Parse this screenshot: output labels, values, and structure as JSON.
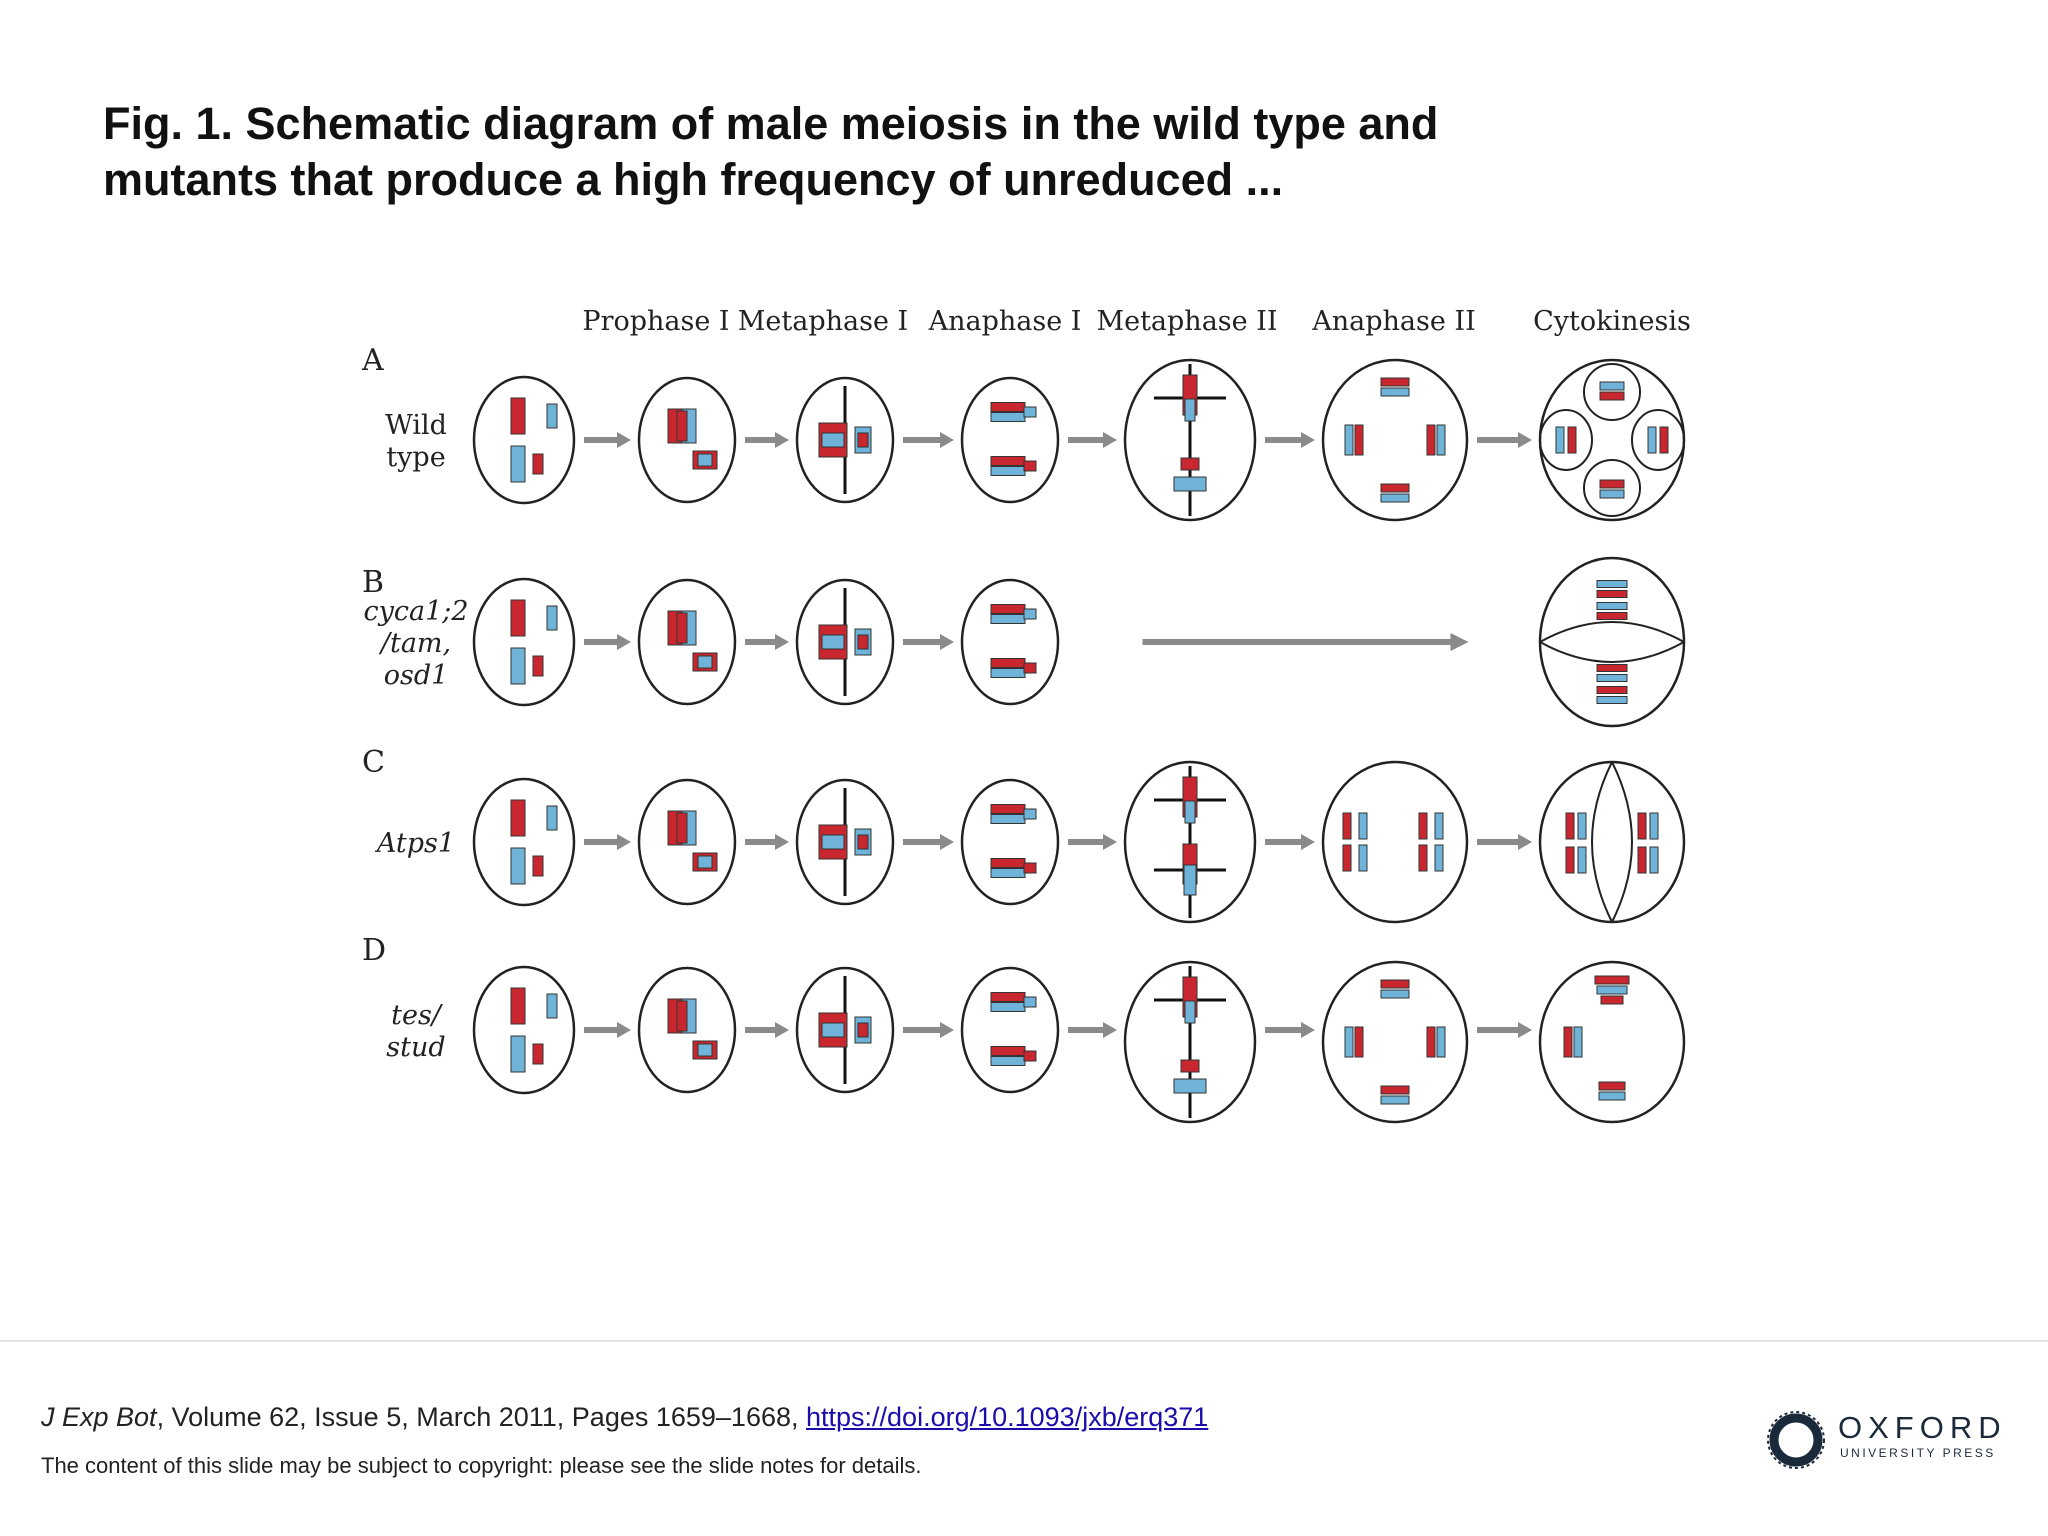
{
  "caption": {
    "label": "Fig. 1.",
    "text": "Schematic diagram of male meiosis in the wild type and mutants that produce a high frequency of unreduced ..."
  },
  "diagram": {
    "stages": [
      "Prophase I",
      "Metaphase I",
      "Anaphase I",
      "Metaphase II",
      "Anaphase II",
      "Cytokinesis"
    ],
    "rows": [
      {
        "letter": "A",
        "name_lines": [
          "Wild",
          "type"
        ],
        "italic": false,
        "cells": [
          "m0",
          "p1",
          "m1",
          "a1",
          "m2",
          "a2",
          "c4"
        ]
      },
      {
        "letter": "B",
        "name_lines": [
          "cyca1;2",
          "/tam,",
          "osd1"
        ],
        "italic": true,
        "cells": [
          "m0",
          "p1",
          "m1",
          "a1",
          "line",
          "cB"
        ]
      },
      {
        "letter": "C",
        "name_lines": [
          "Atps1"
        ],
        "italic": true,
        "cells": [
          "m0",
          "p1",
          "m1",
          "a1",
          "m2p",
          "a2p",
          "cC"
        ]
      },
      {
        "letter": "D",
        "name_lines": [
          "tes/",
          "stud"
        ],
        "italic": true,
        "cells": [
          "m0",
          "p1",
          "m1",
          "a1",
          "m2",
          "a2",
          "cD"
        ]
      }
    ],
    "colors": {
      "red": "#c9272f",
      "blue": "#6fb3d8",
      "arrow": "#8a8a8a",
      "outline": "#222222"
    }
  },
  "footer": {
    "journal": "J Exp Bot",
    "details": ", Volume 62, Issue 5, March 2011, Pages 1659–1668, ",
    "doi": "https://doi.org/10.1093/jxb/erq371",
    "copyright": "The content of this slide may be subject to copyright: please see the slide notes for details."
  },
  "logo": {
    "name": "OXFORD",
    "sub": "UNIVERSITY PRESS",
    "icon": "oxford-ring-icon"
  }
}
